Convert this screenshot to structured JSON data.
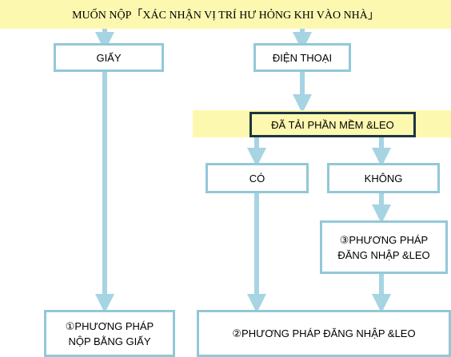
{
  "header": {
    "title": "MUỐN NỘP「XÁC NHẬN VỊ TRÍ HƯ HỎNG KHI VÀO NHÀ」"
  },
  "nodes": {
    "paper": "GIẤY",
    "phone": "ĐIỆN THOẠI",
    "app_installed": "ĐÃ TẢI PHẦN MỀM &LEO",
    "yes": "CÓ",
    "no": "KHÔNG",
    "method3": "③PHƯƠNG PHÁP\nĐĂNG NHẬP &LEO",
    "method1": "①PHƯƠNG PHÁP\nNỘP BẰNG GIẤY",
    "method2": "②PHƯƠNG PHÁP  ĐĂNG NHẬP &LEO"
  },
  "colors": {
    "band": "#fdf8b0",
    "box_border": "#92c8d8",
    "arrow": "#a6d4e2",
    "dark_border": "#1c3540"
  }
}
